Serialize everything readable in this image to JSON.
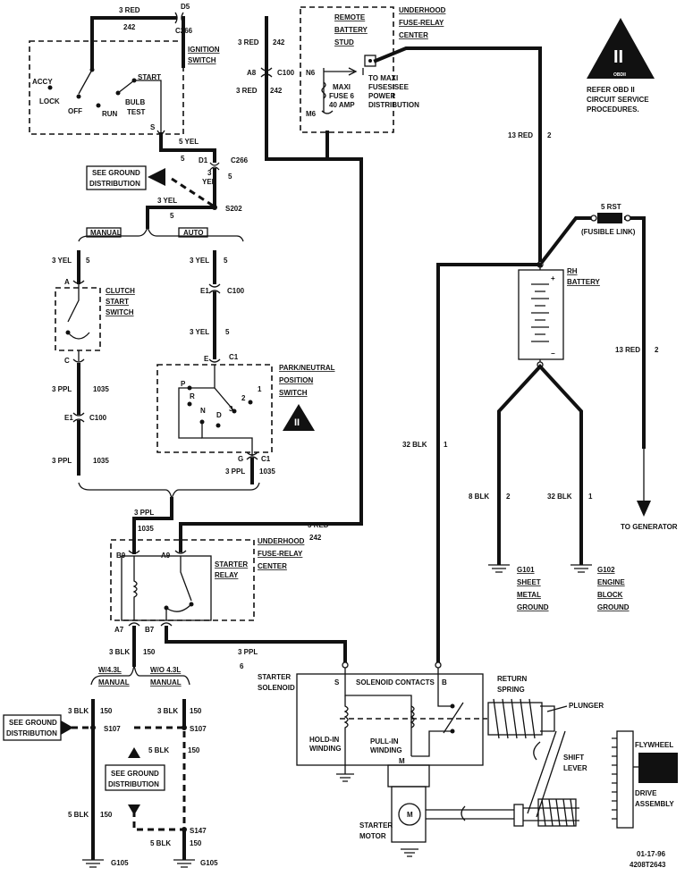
{
  "ignition": {
    "wire_top": "3 RED",
    "wire_top_num": "242",
    "c_d5": "D5",
    "c_c266": "C266",
    "label_1": "IGNITION",
    "label_2": "SWITCH",
    "accy": "ACCY",
    "lock": "LOCK",
    "off": "OFF",
    "run": "RUN",
    "start": "START",
    "bulb": "BULB",
    "test": "TEST",
    "s_term": "S",
    "wire_out": "5 YEL",
    "wire_out_num": "5",
    "c_d1": "D1",
    "c_c266b": "C266",
    "yel3": "3",
    "yel_word": "YEL",
    "yel_num": "5"
  },
  "ground_dist_1": {
    "line1": "SEE GROUND",
    "line2": "DISTRIBUTION"
  },
  "s202": {
    "wire": "3 YEL",
    "splice": "S202",
    "num": "5"
  },
  "trans": {
    "manual": "MANUAL",
    "auto": "AUTO"
  },
  "clutch": {
    "wire_in": "3 YEL",
    "wire_in_num": "5",
    "pin_a": "A",
    "label_1": "CLUTCH",
    "label_2": "START",
    "label_3": "SWITCH",
    "pin_c": "C",
    "wire_out": "3 PPL",
    "wire_out_num": "1035",
    "c_e1": "E1",
    "c_c100": "C100",
    "wire_out2": "3 PPL",
    "wire_out2_num": "1035"
  },
  "pnp": {
    "wire_in": "3 YEL",
    "wire_in_num": "5",
    "c_e1": "E1",
    "c_c100": "C100",
    "wire_mid": "3 YEL",
    "wire_mid_num": "5",
    "pin_e": "E",
    "c_c1": "C1",
    "label_1": "PARK/NEUTRAL",
    "label_2": "POSITION",
    "label_3": "SWITCH",
    "p": "P",
    "r": "R",
    "n": "N",
    "d": "D",
    "g3": "3",
    "g2": "2",
    "g1": "1",
    "pin_g": "G",
    "c_c1b": "C1",
    "wire_out": "3 PPL",
    "wire_out_num": "1035"
  },
  "obd_small": {
    "symbol": "II"
  },
  "fuse_top": {
    "wire": "3 RED",
    "wire_num": "242",
    "a8": "A8",
    "c100": "C100",
    "wire2": "3 RED",
    "wire2_num": "242",
    "n6": "N6",
    "m6": "M6",
    "maxi_1": "MAXI",
    "maxi_2": "FUSE 6",
    "maxi_3": "40 AMP",
    "to_1": "TO MAXI",
    "to_2": "FUSES SEE",
    "to_3": "POWER",
    "to_4": "DISTRIBUTION",
    "rbs_1": "REMOTE",
    "rbs_2": "BATTERY",
    "rbs_3": "STUD",
    "uf_1": "UNDERHOOD",
    "uf_2": "FUSE-RELAY",
    "uf_3": "CENTER"
  },
  "obd_big": {
    "symbol": "II",
    "tag": "OBDII",
    "line1": "REFER OBD II",
    "line2": "CIRCUIT SERVICE",
    "line3": "PROCEDURES."
  },
  "battery": {
    "wire_13": "13 RED",
    "wire_13_num": "2",
    "rst": "5 RST",
    "fusible": "(FUSIBLE LINK)",
    "label_1": "RH",
    "label_2": "BATTERY",
    "plus": "+",
    "minus": "−",
    "wire_gen": "13 RED",
    "wire_gen_num": "2",
    "to_gen": "TO GENERATOR",
    "wire_32": "32 BLK",
    "wire_32_num": "1",
    "wire_8": "8 BLK",
    "wire_8_num": "2",
    "wire_32b": "32 BLK",
    "wire_32b_num": "1",
    "g101": [
      "G101",
      "SHEET",
      "METAL",
      "GROUND"
    ],
    "g102": [
      "G102",
      "ENGINE",
      "BLOCK",
      "GROUND"
    ]
  },
  "relay": {
    "wire_ppl": "3 PPL",
    "wire_ppl_num": "1035",
    "wire_red": "3 RED",
    "wire_red_num": "242",
    "b9": "B9",
    "a9": "A9",
    "a7": "A7",
    "b7": "B7",
    "label_1": "STARTER",
    "label_2": "RELAY",
    "uf_1": "UNDERHOOD",
    "uf_2": "FUSE-RELAY",
    "uf_3": "CENTER",
    "wire_blk": "3 BLK",
    "wire_blk_num": "150",
    "wire_out": "3 PPL",
    "wire_out_num": "6"
  },
  "grounds_left": {
    "w43_1": "W/4.3L",
    "w43_2": "MANUAL",
    "wo43_1": "W/O 4.3L",
    "wo43_2": "MANUAL",
    "blk_a": "3 BLK",
    "blk_a_num": "150",
    "blk_b": "3 BLK",
    "blk_b_num": "150",
    "s107a": "S107",
    "s107b": "S107",
    "gd_1": "SEE GROUND",
    "gd_2": "DISTRIBUTION",
    "blk_c": "5 BLK",
    "blk_c_num": "150",
    "gd2_1": "SEE GROUND",
    "gd2_2": "DISTRIBUTION",
    "blk_d": "5 BLK",
    "blk_d_num": "150",
    "s147": "S147",
    "blk_e": "5 BLK",
    "blk_e_num": "150",
    "g105a": "G105",
    "g105b": "G105"
  },
  "starter": {
    "sol_1": "STARTER",
    "sol_2": "SOLENOID",
    "s": "S",
    "b": "B",
    "m": "M",
    "contacts": "SOLENOID CONTACTS",
    "hold_1": "HOLD-IN",
    "hold_2": "WINDING",
    "pull_1": "PULL-IN",
    "pull_2": "WINDING",
    "ret_1": "RETURN",
    "ret_2": "SPRING",
    "plunger": "PLUNGER",
    "shift_1": "SHIFT",
    "shift_2": "LEVER",
    "fly": "FLYWHEEL",
    "drive_1": "DRIVE",
    "drive_2": "ASSEMBLY",
    "motor_1": "STARTER",
    "motor_2": "MOTOR",
    "motor_m": "M"
  },
  "footer": {
    "date": "01-17-96",
    "code": "4208T2643"
  }
}
